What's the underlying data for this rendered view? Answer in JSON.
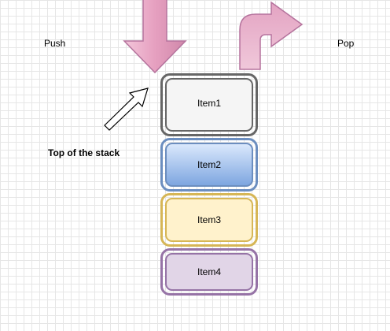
{
  "labels": {
    "push": "Push",
    "pop": "Pop",
    "top_of_stack": "Top of the stack"
  },
  "stack": {
    "items": [
      {
        "label": "Item1",
        "fill": "#f5f5f5",
        "stroke": "#666666"
      },
      {
        "label": "Item2",
        "fill": "#dae8fc",
        "stroke": "#6c8ebf"
      },
      {
        "label": "Item3",
        "fill": "#fff2cc",
        "stroke": "#d6b656"
      },
      {
        "label": "Item4",
        "fill": "#e1d5e7",
        "stroke": "#9673a6"
      }
    ]
  },
  "arrows": {
    "push_arrow": {
      "icon": "down-arrow-icon",
      "fill": "#e6a0c0",
      "stroke": "#b5739d"
    },
    "pop_arrow": {
      "icon": "bent-up-right-arrow-icon",
      "fill": "#e6a0c0",
      "stroke": "#b5739d"
    },
    "top_pointer": {
      "icon": "diagonal-arrow-icon",
      "fill": "#ffffff",
      "stroke": "#000000"
    }
  }
}
